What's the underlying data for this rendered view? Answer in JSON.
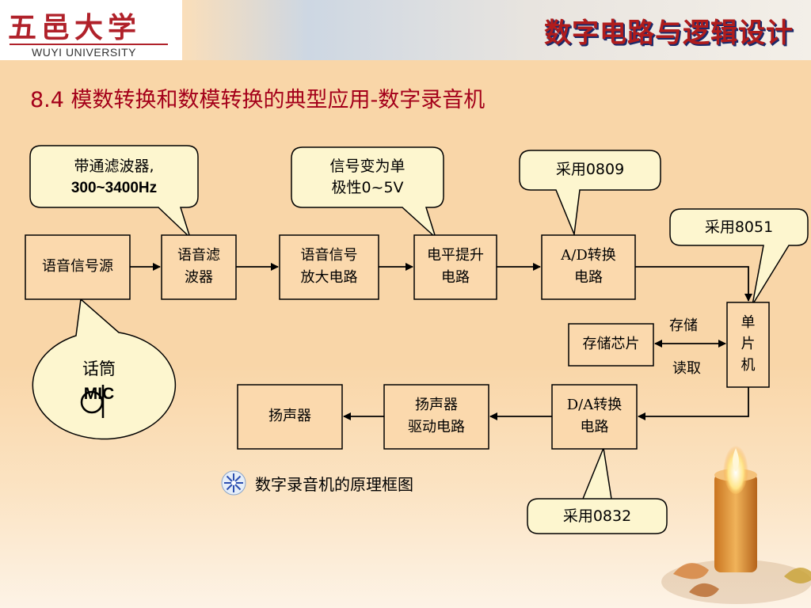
{
  "header": {
    "logo_cn": "五邑大学",
    "logo_en": "WUYI UNIVERSITY",
    "course_title": "数字电路与逻辑设计"
  },
  "page_title": "8.4  模数转换和数模转换的典型应用-数字录音机",
  "callouts": {
    "filter_note_line1": "带通滤波器,",
    "filter_note_line2": "300~3400Hz",
    "level_note_line1": "信号变为单",
    "level_note_line2": "极性0~5V",
    "ad_note": "采用0809",
    "mcu_note": "采用8051",
    "da_note": "采用0832",
    "mic_line1": "话筒",
    "mic_line2": "MIC"
  },
  "blocks": {
    "voice_source": "语音信号源",
    "voice_filter_line1": "语音滤",
    "voice_filter_line2": "波器",
    "voice_amp_line1": "语音信号",
    "voice_amp_line2": "放大电路",
    "level_shift_line1": "电平提升",
    "level_shift_line2": "电路",
    "ad_line1": "A/D转换",
    "ad_line2": "电路",
    "mcu_line1": "单",
    "mcu_line2": "片",
    "mcu_line3": "机",
    "storage_chip": "存储芯片",
    "store_label": "存储",
    "read_label": "读取",
    "da_line1": "D/A转换",
    "da_line2": "电路",
    "speaker_driver_line1": "扬声器",
    "speaker_driver_line2": "驱动电路",
    "speaker": "扬声器"
  },
  "caption": "数字录音机的原理框图",
  "colors": {
    "title_red": "#a4001a",
    "background": "#f9d6a8",
    "callout_fill": "#fdf6cf"
  }
}
